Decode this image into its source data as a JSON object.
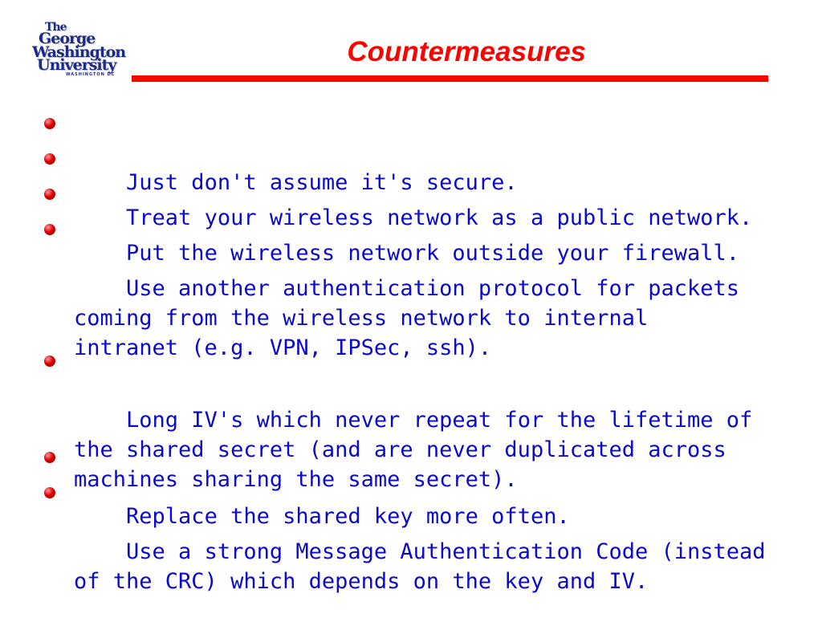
{
  "logo": {
    "line1": "The",
    "line2": "George",
    "line3": "Washington",
    "line4": "University",
    "line5": "WASHINGTON DC"
  },
  "slide": {
    "title": "Countermeasures",
    "bullets": [
      "Just don't assume it's secure.",
      "Treat your wireless network as a public network.",
      "Put the wireless network outside your firewall.",
      "Use another authentication protocol for packets\ncoming from the wireless network to internal\nintranet (e.g. VPN, IPSec, ssh).",
      "Long IV's which never repeat for the lifetime of\nthe shared secret (and are never duplicated across\nmachines sharing the same secret).",
      "Replace the shared key more often.",
      "Use a strong Message Authentication Code (instead\nof the CRC) which depends on the key and IV."
    ]
  },
  "colors": {
    "title": "#ff0000",
    "rule": "#ff0000",
    "bullet_text": "#0a0ac8",
    "bullet_dot": "#e00000",
    "logo": "#1d2a86"
  },
  "icons": {
    "bullet": "red-ball-bullet-icon"
  }
}
